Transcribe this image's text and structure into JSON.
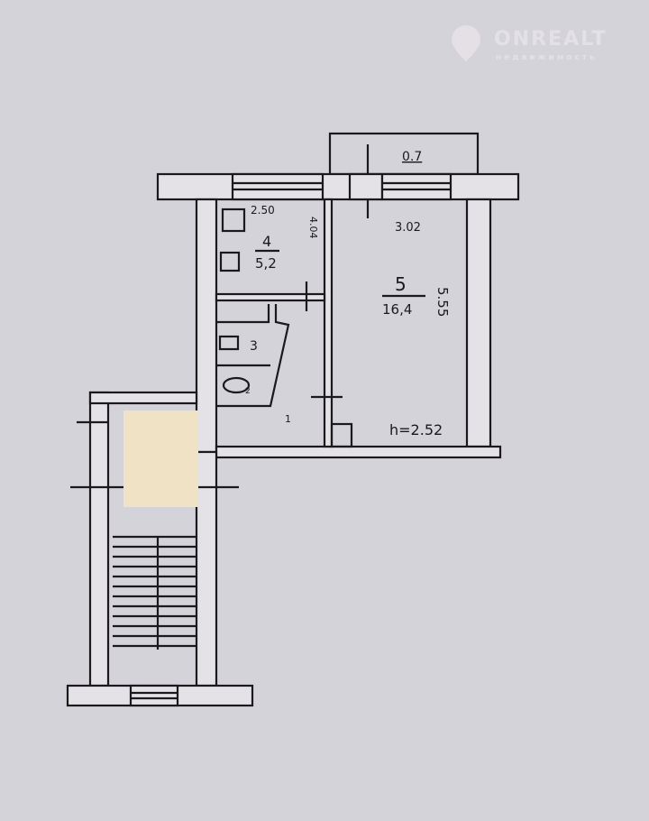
{
  "watermark": {
    "brand": "ONREALT",
    "tagline": "недвижимость"
  },
  "plan": {
    "balcony_area": "0.7",
    "ceiling_height": "h=2.52",
    "rooms": [
      {
        "number": "4",
        "area": "5,2",
        "width": "2.50",
        "length": "4.04"
      },
      {
        "number": "5",
        "area": "16,4",
        "width": "3.02",
        "length": "5.55"
      },
      {
        "number": "3"
      },
      {
        "number": "2"
      },
      {
        "number": "1"
      }
    ]
  },
  "colors": {
    "paper": "#d5d3da",
    "ink": "#1a1a1c",
    "sticky_note": "#f0e2c4"
  }
}
